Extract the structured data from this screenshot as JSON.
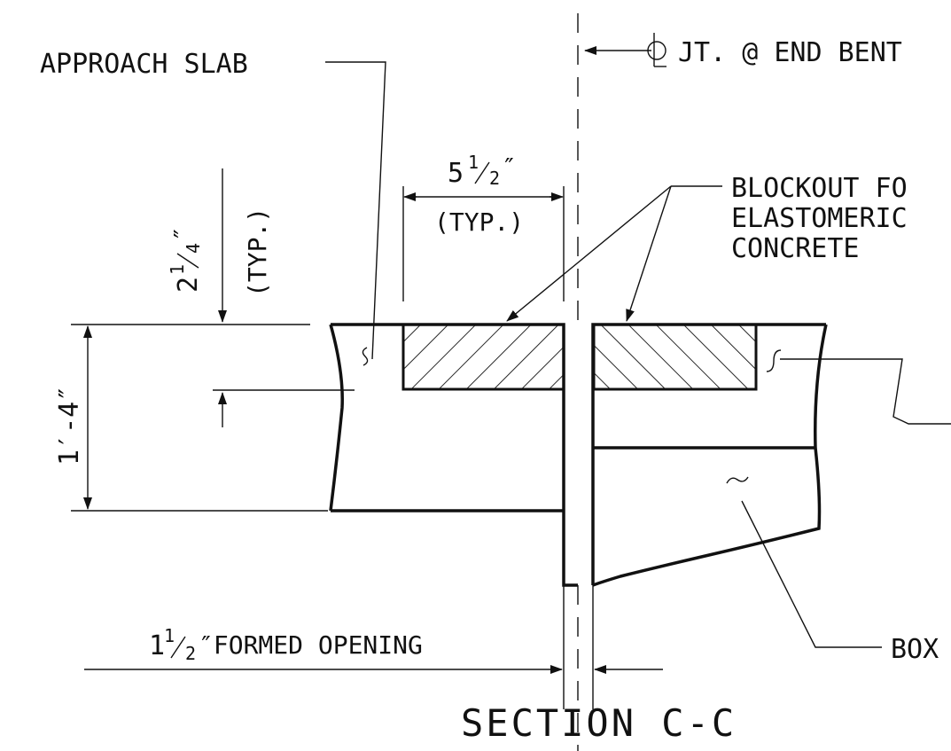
{
  "labels": {
    "cl_joint": "JT. @ END BENT",
    "approach_slab": "APPROACH SLAB",
    "dim_top_whole": "5",
    "dim_top_fraction_num": "1",
    "dim_top_fraction_den": "2",
    "dim_top_inch": "″",
    "dim_top_typ": "(TYP.)",
    "dim_left_whole": "2",
    "dim_left_fraction_num": "1",
    "dim_left_fraction_den": "4",
    "dim_left_inch": "″",
    "dim_left_typ": "(TYP.)",
    "dim_depth": "1′-4″",
    "blockout_line1": "BLOCKOUT FO",
    "blockout_line2": "ELASTOMERIC",
    "blockout_line3": "CONCRETE",
    "opening_whole": "1",
    "opening_fraction_num": "1",
    "opening_fraction_den": "2",
    "opening_text": "″FORMED OPENING",
    "box": "BOX",
    "section_title": "SECTION C-C"
  },
  "symbols": {
    "centerline": "centerline-symbol",
    "break_marks": "break-mark-symbol",
    "dimension_arrows": "arrowhead-symbol",
    "concrete_hatch": "diagonal-hatch-pattern"
  }
}
